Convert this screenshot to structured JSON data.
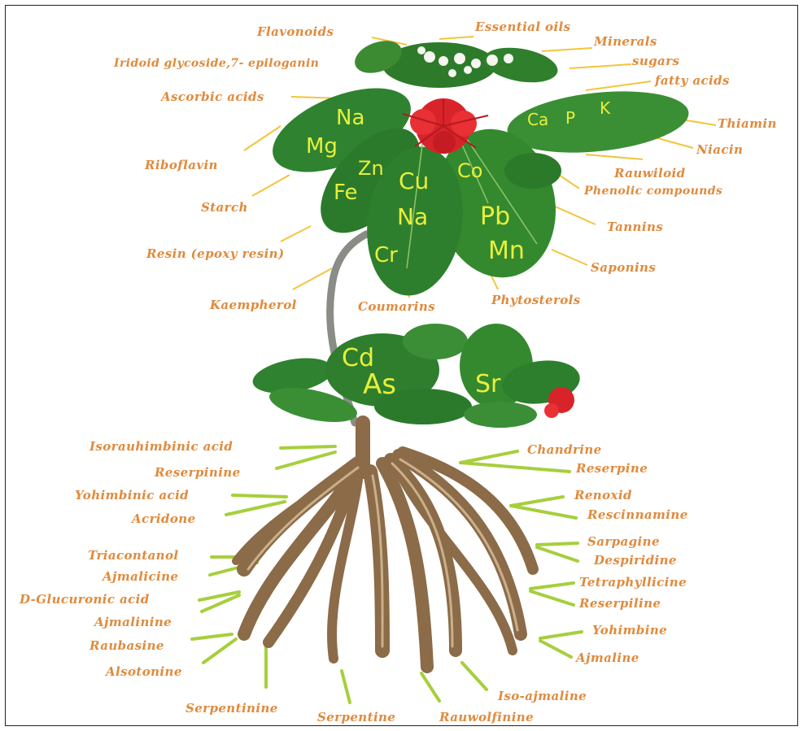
{
  "diagram": {
    "leaf_labels": [
      "Flavonoids",
      "Essential oils",
      "Minerals",
      "Iridoid glycoside,7- epiloganin",
      "sugars",
      "fatty acids",
      "Ascorbic acids",
      "Thiamin",
      "Niacin",
      "Riboflavin",
      "Rauwiloid",
      "Phenolic compounds",
      "Starch",
      "Tannins",
      "Resin (epoxy resin)",
      "Saponins",
      "Kaempherol",
      "Coumarins",
      "Phytosterols"
    ],
    "root_labels": [
      "Isorauhimbinic acid",
      "Chandrine",
      "Reserpinine",
      "Reserpine",
      "Yohimbinic acid",
      "Renoxid",
      "Acridone",
      "Rescinnamine",
      "Sarpagine",
      "Triacontanol",
      "Despiridine",
      "Ajmalicine",
      "Tetraphyllicine",
      "D-Glucuronic acid",
      "Reserpiline",
      "Ajmalinine",
      "Yohimbine",
      "Raubasine",
      "Ajmaline",
      "Alsotonine",
      "Serpentinine",
      "Serpentine",
      "Iso-ajmaline",
      "Rauwolfinine"
    ],
    "element_symbols": [
      "Na",
      "Mg",
      "Ca",
      "P",
      "K",
      "Zn",
      "Cu",
      "Co",
      "Fe",
      "Na",
      "Pb",
      "Cr",
      "Mn",
      "Cd",
      "As",
      "Sr"
    ]
  }
}
